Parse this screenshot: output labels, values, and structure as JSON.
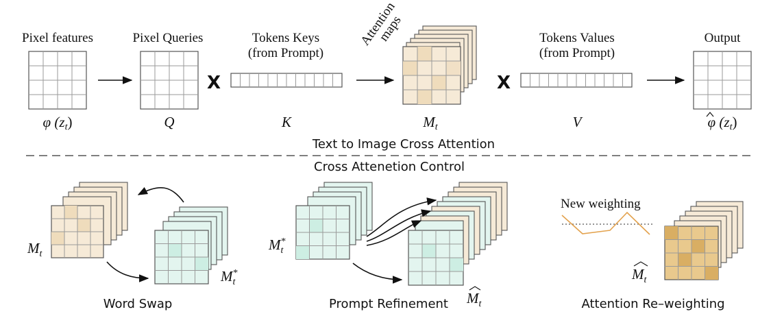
{
  "pipeline": {
    "stages": [
      {
        "label": "Pixel features",
        "symbol": "φ (z",
        "symbol_sub": "t",
        "symbol_tail": ")"
      },
      {
        "label": "Pixel Queries",
        "symbol": "Q"
      },
      {
        "label_line1": "Tokens Keys",
        "label_line2": "(from Prompt)",
        "symbol": "K"
      },
      {
        "label_line1": "Attention",
        "label_line2": "maps",
        "symbol": "M",
        "symbol_sub": "t"
      },
      {
        "label_line1": "Tokens Values",
        "label_line2": "(from Prompt)",
        "symbol": "V"
      },
      {
        "label": "Output",
        "symbol": "φ (z",
        "symbol_sub": "t",
        "symbol_tail": ")"
      }
    ],
    "operators": [
      "X",
      "X"
    ]
  },
  "section_titles": {
    "top": "Text to Image Cross Attention",
    "bottom": "Cross Attenetion Control"
  },
  "panels": [
    {
      "caption": "Word Swap",
      "labels": {
        "left_symbol": "M",
        "left_sub": "t",
        "right_symbol": "M",
        "right_sub": "t",
        "right_sup": "*"
      }
    },
    {
      "caption": "Prompt Refinement",
      "labels": {
        "left_symbol": "M",
        "left_sub": "t",
        "left_sup": "*",
        "right_symbol": "M",
        "right_sub": "t"
      }
    },
    {
      "caption": "Attention Re–weighting",
      "annotation": "New weighting",
      "labels": {
        "symbol": "M",
        "sub": "t"
      }
    }
  ],
  "colors": {
    "beige": "#f6ead7",
    "beige_dark": "#efdcbc",
    "mint": "#e3f5ef",
    "mint_dark": "#cdeee3",
    "gold": "#e9c98d",
    "gold_dark": "#d9ae63",
    "weight_line": "#e3a24d"
  }
}
